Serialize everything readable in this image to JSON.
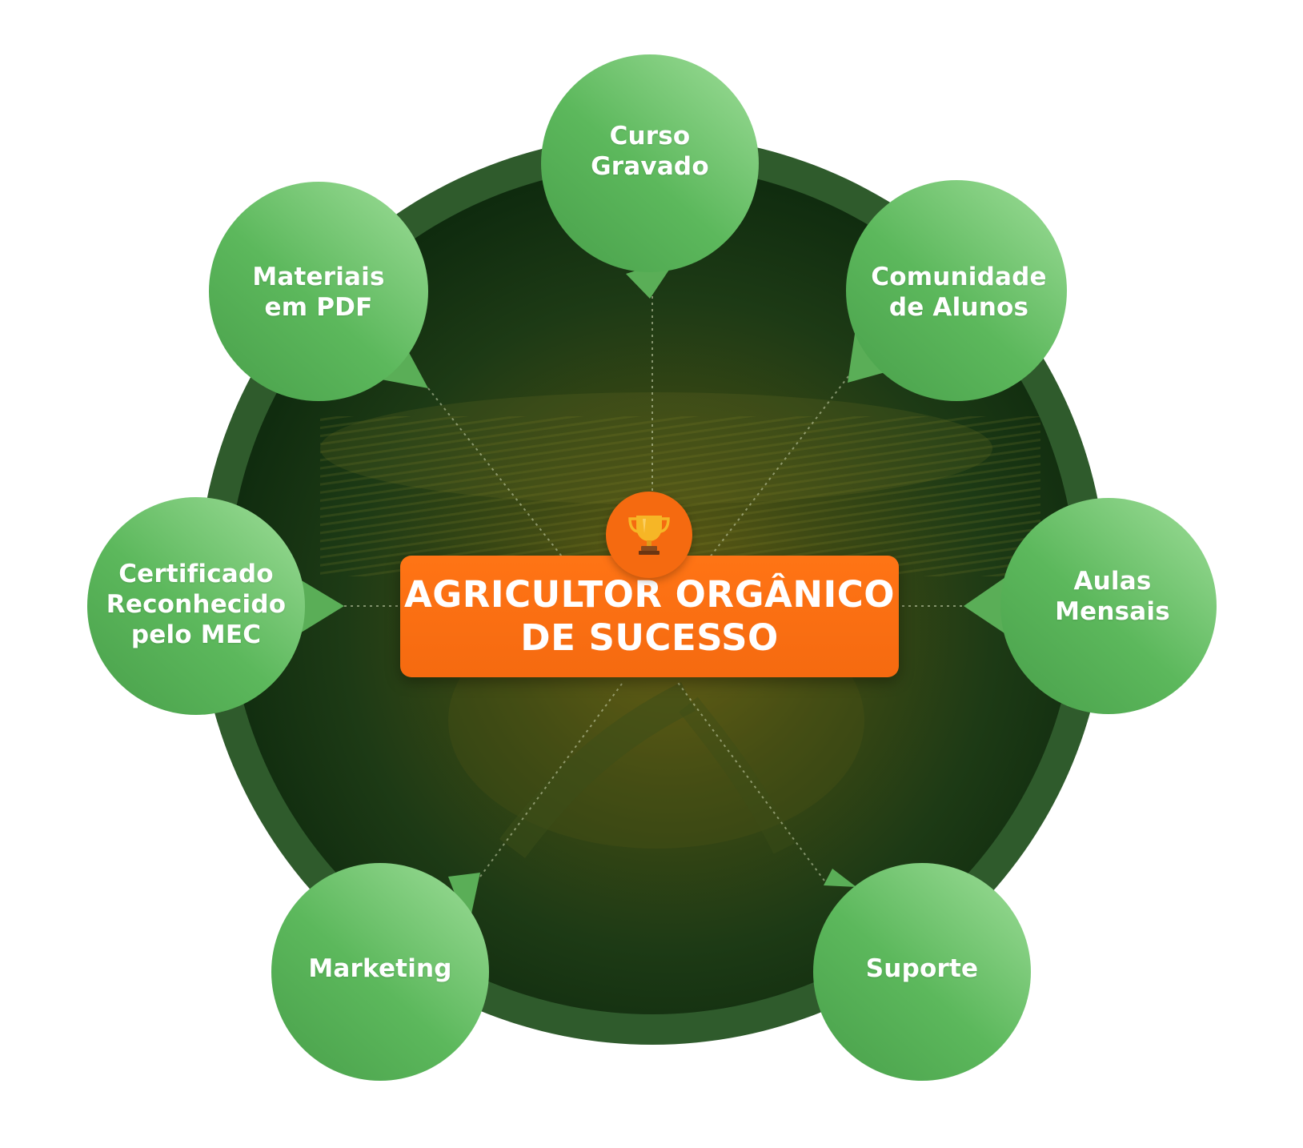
{
  "diagram": {
    "center_title": "AGRICULTOR ORGÂNICO\nDE SUCESSO",
    "center_icon": "trophy-icon",
    "nodes": [
      {
        "id": "curso-gravado",
        "label": "Curso\nGravado"
      },
      {
        "id": "comunidade-de-alunos",
        "label": "Comunidade\nde Alunos"
      },
      {
        "id": "aulas-mensais",
        "label": "Aulas\nMensais"
      },
      {
        "id": "suporte",
        "label": "Suporte"
      },
      {
        "id": "marketing",
        "label": "Marketing"
      },
      {
        "id": "certificado",
        "label": "Certificado\nReconhecido\npelo MEC"
      },
      {
        "id": "materiais-em-pdf",
        "label": "Materiais\nem PDF"
      }
    ]
  },
  "colors": {
    "ring_outer": "#2f5b2c",
    "field_dark": "#0e2a0e",
    "field_glow": "#6b6115",
    "bubble_light": "#7fca7d",
    "bubble_dark": "#4fae52",
    "center_orange": "#f56a10",
    "trophy_gold": "#f6b626"
  }
}
